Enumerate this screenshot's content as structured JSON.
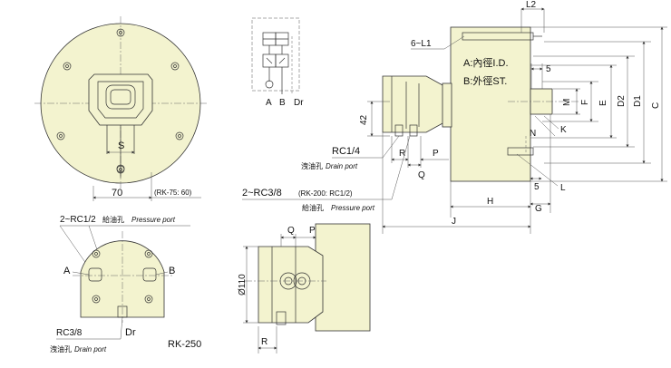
{
  "front_view": {
    "dim_70": "70",
    "dim_S": "S",
    "note_rk75": "(RK-75: 60)"
  },
  "rear_view": {
    "pressure_port_label": "2~RC1/2",
    "pressure_port_cn": "給油孔",
    "pressure_port_en": "Pressure port",
    "port_A": "A",
    "port_B": "B",
    "drain_label": "RC3/8",
    "drain_cn": "洩油孔",
    "drain_en": "Drain port",
    "port_Dr": "Dr",
    "model": "RK-250"
  },
  "schematic": {
    "port_A": "A",
    "port_B": "B",
    "port_Dr": "Dr"
  },
  "side_view": {
    "label_6L1": "6~L1",
    "label_L2": "L2",
    "legend_A": "A:內徑I.D.",
    "legend_B": "B:外徑ST.",
    "dim_5_top": "5",
    "dim_5_bottom": "5",
    "dim_M": "M",
    "dim_F": "F",
    "dim_E": "E",
    "dim_D2": "D2",
    "dim_D1": "D1",
    "dim_C": "C",
    "dim_N": "N",
    "dim_K": "K",
    "dim_L": "L",
    "dim_G": "G",
    "dim_H": "H",
    "dim_J": "J",
    "dim_42": "42",
    "dim_R": "R",
    "dim_P": "P",
    "dim_Q": "Q",
    "drain_rc": "RC1/4",
    "drain_cn": "洩油孔",
    "drain_en": "Drain port",
    "pressure_rc": "2~RC3/8",
    "pressure_note": "(RK-200: RC1/2)",
    "pressure_cn": "給油孔",
    "pressure_en": "Pressure port"
  },
  "detail_view": {
    "dim_Q": "Q",
    "dim_P": "P",
    "dim_110": "Ø110",
    "dim_R": "R"
  }
}
